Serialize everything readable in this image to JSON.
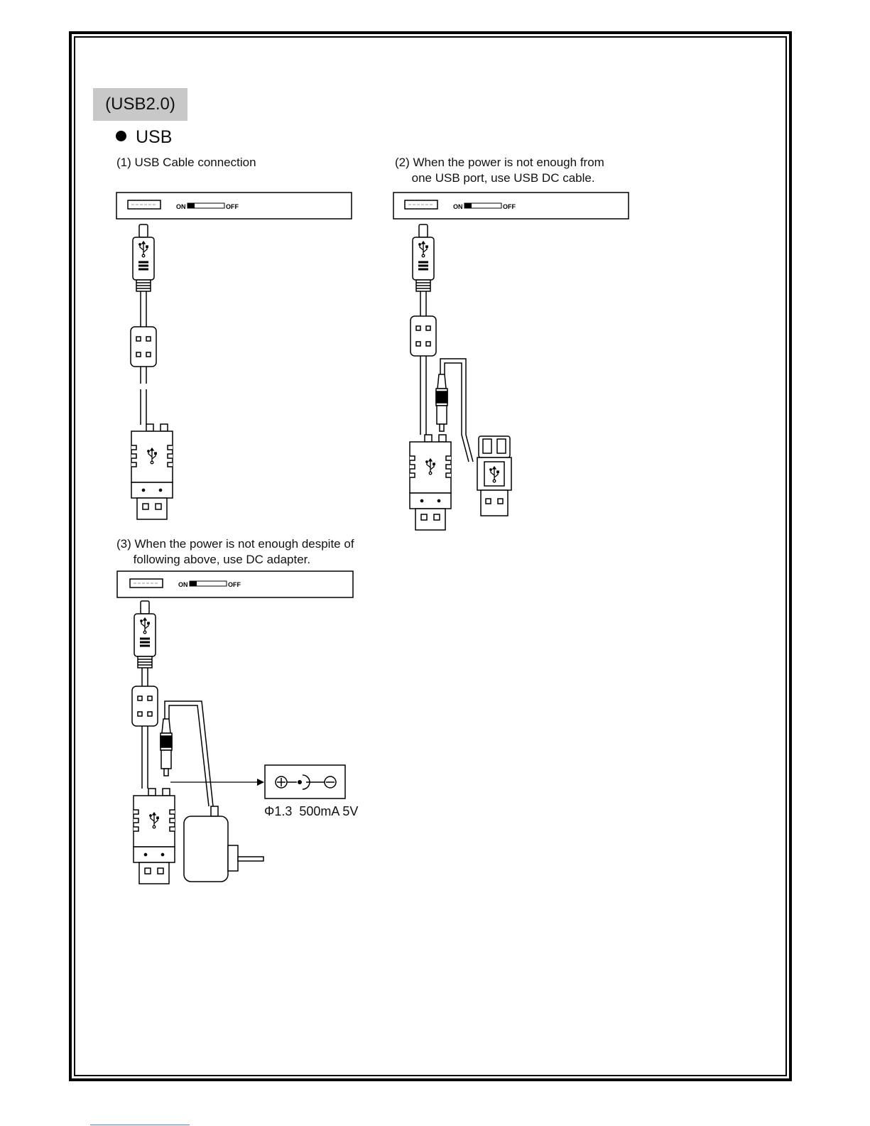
{
  "section_tag": "(USB2.0)",
  "heading": "USB",
  "steps": [
    {
      "label": "(1) USB Cable connection"
    },
    {
      "label": "(2) When the power is not enough from\n     one USB port, use USB DC cable."
    },
    {
      "label": "(3) When the power is not enough despite of\n     following above, use DC adapter."
    }
  ],
  "device_panel": {
    "on_label": "ON",
    "off_label": "OFF"
  },
  "adapter_spec": "Φ1.3  500mA 5V",
  "icons": [
    "usb-icon",
    "plus-polarity-icon",
    "minus-polarity-icon",
    "bullet-icon"
  ]
}
